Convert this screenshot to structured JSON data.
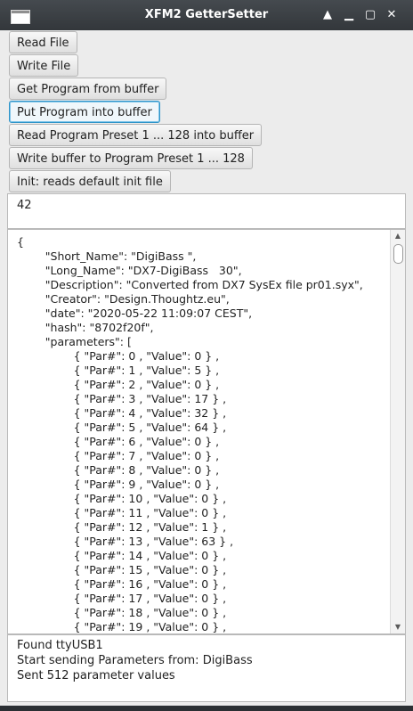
{
  "window": {
    "title": "XFM2 GetterSetter",
    "controls": {
      "maximize_up": "▲",
      "minimize": "▁",
      "restore": "▢",
      "close": "✕"
    }
  },
  "buttons": [
    {
      "label": "Read File"
    },
    {
      "label": "Write File"
    },
    {
      "label": "Get Program from buffer"
    },
    {
      "label": "Put Program into buffer"
    },
    {
      "label": "Read Program Preset 1 ... 128 into buffer"
    },
    {
      "label": "Write buffer to Program Preset 1 ... 128"
    },
    {
      "label": "Init: reads default init file"
    }
  ],
  "program_number": "42",
  "json_lines": [
    "{",
    "        \"Short_Name\": \"DigiBass \",",
    "        \"Long_Name\": \"DX7-DigiBass   30\",",
    "        \"Description\": \"Converted from DX7 SysEx file pr01.syx\",",
    "        \"Creator\": \"Design.Thoughtz.eu\",",
    "        \"date\": \"2020-05-22 11:09:07 CEST\",",
    "        \"hash\": \"8702f20f\",",
    "        \"parameters\": [",
    "                { \"Par#\": 0 , \"Value\": 0 } ,",
    "                { \"Par#\": 1 , \"Value\": 5 } ,",
    "                { \"Par#\": 2 , \"Value\": 0 } ,",
    "                { \"Par#\": 3 , \"Value\": 17 } ,",
    "                { \"Par#\": 4 , \"Value\": 32 } ,",
    "                { \"Par#\": 5 , \"Value\": 64 } ,",
    "                { \"Par#\": 6 , \"Value\": 0 } ,",
    "                { \"Par#\": 7 , \"Value\": 0 } ,",
    "                { \"Par#\": 8 , \"Value\": 0 } ,",
    "                { \"Par#\": 9 , \"Value\": 0 } ,",
    "                { \"Par#\": 10 , \"Value\": 0 } ,",
    "                { \"Par#\": 11 , \"Value\": 0 } ,",
    "                { \"Par#\": 12 , \"Value\": 1 } ,",
    "                { \"Par#\": 13 , \"Value\": 63 } ,",
    "                { \"Par#\": 14 , \"Value\": 0 } ,",
    "                { \"Par#\": 15 , \"Value\": 0 } ,",
    "                { \"Par#\": 16 , \"Value\": 0 } ,",
    "                { \"Par#\": 17 , \"Value\": 0 } ,",
    "                { \"Par#\": 18 , \"Value\": 0 } ,",
    "                { \"Par#\": 19 , \"Value\": 0 } ,"
  ],
  "log_lines": [
    "Found ttyUSB1",
    "Start sending Parameters from: DigiBass",
    "Sent 512 parameter values"
  ]
}
